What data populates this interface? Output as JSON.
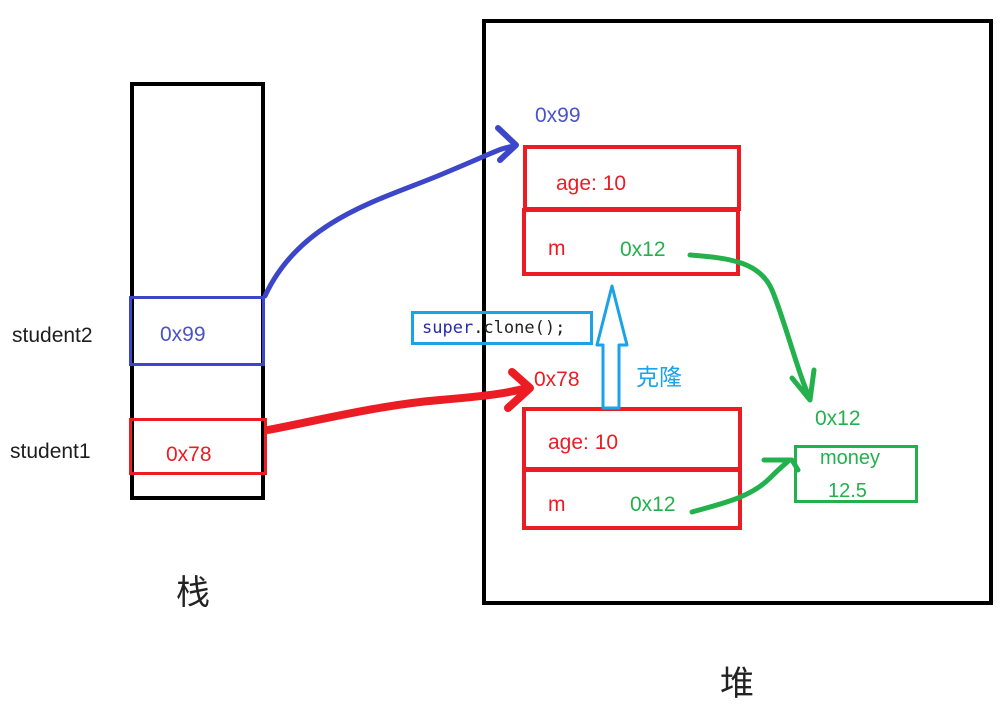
{
  "stack": {
    "caption": "栈",
    "variables": [
      {
        "name": "student2",
        "address": "0x99",
        "color": "#3c46c8"
      },
      {
        "name": "student1",
        "address": "0x78",
        "color": "#ec1c24"
      }
    ]
  },
  "heap": {
    "caption": "堆",
    "objects": [
      {
        "address": "0x99",
        "age_label": "age:",
        "age_value": "10",
        "field_m_label": "m",
        "field_m_value": "0x12"
      },
      {
        "address": "0x78",
        "age_label": "age:",
        "age_value": "10",
        "field_m_label": "m",
        "field_m_value": "0x12"
      }
    ],
    "money_object": {
      "address": "0x12",
      "field_label": "money",
      "field_value": "12.5"
    }
  },
  "clone": {
    "code_keyword": "super",
    "code_rest": ".clone();",
    "label": "克隆"
  },
  "colors": {
    "student2_ref": "#3c46c8",
    "student1_ref": "#ec1c24",
    "money_ref": "#22b14c",
    "clone_arrow": "#1aa3e8",
    "object_border": "#ec1c24"
  }
}
